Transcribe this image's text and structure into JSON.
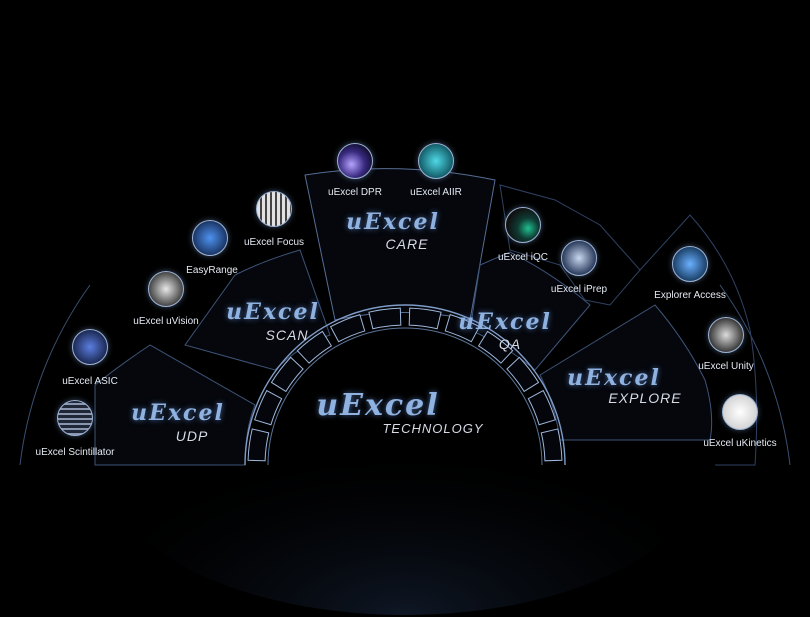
{
  "center": {
    "brand": "uExcel",
    "sub": "TECHNOLOGY"
  },
  "segments": [
    {
      "id": "udp",
      "brand": "uExcel",
      "sub": "UDP"
    },
    {
      "id": "scan",
      "brand": "uExcel",
      "sub": "SCAN"
    },
    {
      "id": "care",
      "brand": "uExcel",
      "sub": "CARE"
    },
    {
      "id": "qa",
      "brand": "uExcel",
      "sub": "QA"
    },
    {
      "id": "explore",
      "brand": "uExcel",
      "sub": "EXPLORE"
    }
  ],
  "nodes": [
    {
      "label": "uExcel ASIC",
      "icon": "chip-icon",
      "color": "#3f63c9"
    },
    {
      "label": "uExcel Scintillator",
      "icon": "grid-panel-icon",
      "color": "#6b7a99"
    },
    {
      "label": "uExcel uVision",
      "icon": "camera-device-icon",
      "color": "#d9d9d9"
    },
    {
      "label": "EasyRange",
      "icon": "body-scan-icon",
      "color": "#3a7bd5"
    },
    {
      "label": "uExcel Focus",
      "icon": "detector-grid-icon",
      "color": "#cfcfcf"
    },
    {
      "label": "uExcel DPR",
      "icon": "swirl-icon",
      "color": "#6a5acd"
    },
    {
      "label": "uExcel AIIR",
      "icon": "network-icon",
      "color": "#2bb3c0"
    },
    {
      "label": "uExcel iQC",
      "icon": "gauge-shield-icon",
      "color": "#1fae8a"
    },
    {
      "label": "uExcel iPrep",
      "icon": "gear-icon",
      "color": "#8faed8"
    },
    {
      "label": "Explorer Access",
      "icon": "cells-icon",
      "color": "#3f8ed8"
    },
    {
      "label": "uExcel Unity",
      "icon": "waveform-icon",
      "color": "#cfcfcf"
    },
    {
      "label": "uExcel uKinetics",
      "icon": "skeleton-icon",
      "color": "#f2f2f2"
    }
  ]
}
